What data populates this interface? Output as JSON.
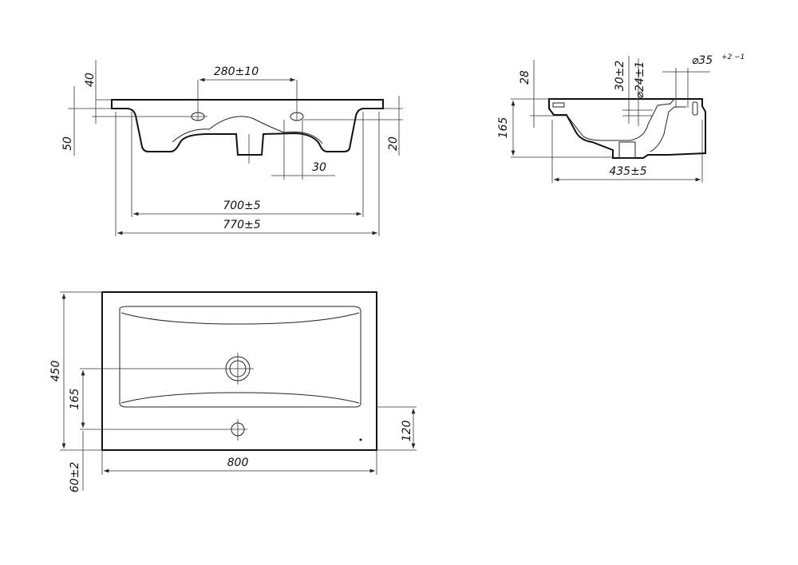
{
  "front_view": {
    "dim_height_40": "40",
    "dim_taps_280": "280±10",
    "dim_height_50": "50",
    "dim_height_20": "20",
    "dim_hole_30": "30",
    "dim_width_700": "700±5",
    "dim_width_770": "770±5"
  },
  "side_view": {
    "dim_28": "28",
    "dim_30": "30±2",
    "dim_24": "⌀24±1",
    "dim_35": "⌀35",
    "dim_35_tol": "+2 −1",
    "dim_165": "165",
    "dim_435": "435±5"
  },
  "top_view": {
    "dim_450": "450",
    "dim_165": "165",
    "dim_120": "120",
    "dim_800": "800",
    "dim_60": "60±2"
  }
}
